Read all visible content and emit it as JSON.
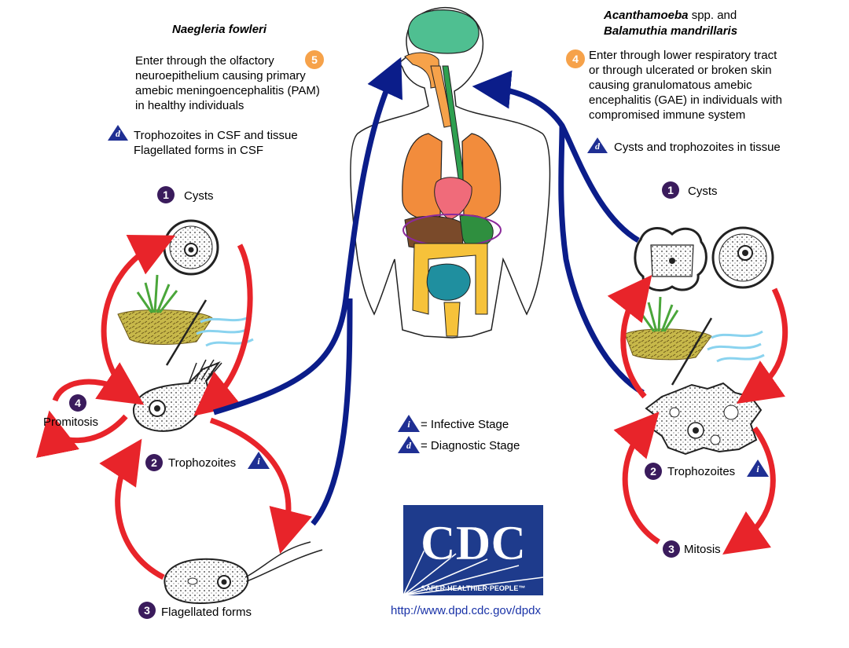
{
  "naegleria": {
    "title": "Naegleria fowleri",
    "entry_step": "5",
    "entry_text": "Enter through the olfactory\nneuroepithelium causing primary\namebic meningoencephalitis (PAM)\nin healthy individuals",
    "diag_text": "Trophozoites in CSF and tissue\nFlagellated forms in CSF",
    "cysts_step": "1",
    "cysts": "Cysts",
    "promitosis_step": "4",
    "promitosis": "Promitosis",
    "trophozoites_step": "2",
    "trophozoites": "Trophozoites",
    "flagellated_step": "3",
    "flagellated": "Flagellated forms"
  },
  "acanthamoeba": {
    "title_part1": "Acanthamoeba",
    "title_part2": " spp. and",
    "title_line2": "Balamuthia mandrillaris",
    "entry_step": "4",
    "entry_text": "Enter through lower respiratory tract\nor through ulcerated or broken skin\ncausing granulomatous amebic\nencephalitis (GAE) in individuals with\ncompromised immune system",
    "diag_text": "Cysts and trophozoites in tissue",
    "cysts_step": "1",
    "cysts": "Cysts",
    "trophozoites_step": "2",
    "trophozoites": "Trophozoites",
    "mitosis_step": "3",
    "mitosis": "Mitosis"
  },
  "legend": {
    "infective_symbol": "i",
    "infective": "= Infective Stage",
    "diagnostic_symbol": "d",
    "diagnostic": "= Diagnostic Stage"
  },
  "logo": {
    "text": "CDC",
    "tagline": "SAFER·HEALTHIER·PEOPLE™",
    "url": "http://www.dpd.cdc.gov/dpdx"
  },
  "colors": {
    "cycle_arrow": "#e8242a",
    "transmission_arrow": "#0b1d8a",
    "step_badge": "#3a1b5c",
    "entry_badge": "#f6a24a",
    "stage_triangle": "#1f2f93",
    "cdc_blue": "#1e3b8c"
  }
}
